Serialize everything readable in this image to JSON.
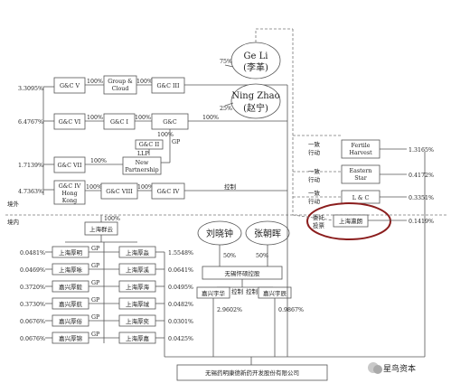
{
  "entities": {
    "gc_v": "G&C V",
    "group_cloud_1": "Group &",
    "group_cloud_2": "Cloud",
    "gc_iii": "G&C III",
    "ge_li": "Ge Li",
    "ge_li_cn": "(李革)",
    "ning_zhao": "Ning Zhao",
    "ning_zhao_cn": "(赵宁)",
    "gc_vi": "G&C VI",
    "gc_i": "G&C I",
    "gc": "G&C",
    "gc_ii": "G&C II",
    "llp": "LLP",
    "new_partnership_1": "New",
    "new_partnership_2": "Partnership",
    "gc_vii": "G&C VII",
    "gc_iv_hk_1": "G&C IV",
    "gc_iv_hk_2": "Hong",
    "gc_iv_hk_3": "Kong",
    "gc_viii": "G&C VIII",
    "gc_iv": "G&C IV",
    "fertile_1": "Fertile",
    "fertile_2": "Harvest",
    "eastern_1": "Eastern",
    "eastern_2": "Star",
    "lc": "L & C",
    "shanghai_yinglang": "上海瀛朗",
    "liu_xiaozhong": "刘晓钟",
    "zhang_chaohui": "张朝晖",
    "wuxi_holding": "无锡怀硕控股",
    "shanghai_qunyun": "上海群云",
    "shanghai_houming": "上海厚明",
    "shanghai_houchang": "上海厚咏",
    "jiaxing_housu": "嘉兴厚毅",
    "jiaxing_houlu": "嘉兴厚航",
    "jiaxing_houshi": "嘉兴厚俗",
    "jiaxing_houyu": "嘉兴厚锦",
    "shanghai_houluo": "上海厚淼",
    "shanghai_houxi": "上海厚溪",
    "shanghai_houhai": "上海厚海",
    "shanghai_houzhao": "上海厚珹",
    "shanghai_houyan": "上海厚奕",
    "shanghai_houjia": "上海厚嘉",
    "jiaxing_yuhua": "嘉兴宇华",
    "jiaxing_yuchen": "嘉兴宇辰",
    "target_company": "无锡药明康德新药开发股份有限公司"
  },
  "relations": {
    "gp": "GP",
    "control": "控制",
    "concert_1": "一致",
    "concert_2": "行动",
    "entrust_1": "委托",
    "entrust_2": "投票",
    "overseas": "境外",
    "domestic": "境内"
  },
  "percentages": {
    "left_v": "3.3095%",
    "left_vi": "6.4767%",
    "left_vii": "1.7139%",
    "left_iv_hk": "4.7363%",
    "hundred": "100%",
    "ge_li_share": "75%",
    "ning_zhao_share": "25%",
    "fertile": "1.3165%",
    "eastern": "0.4172%",
    "lc": "0.3351%",
    "yinglang": "0.1419%",
    "liu_share": "50%",
    "zhang_share": "50%",
    "d_row1": "0.0481%",
    "d_row2": "0.0469%",
    "d_row3": "0.3720%",
    "d_row4": "0.3730%",
    "d_row5": "0.0676%",
    "d_row6": "0.0676%",
    "r_row1": "1.5548%",
    "r_row2": "0.0641%",
    "r_row3": "0.0495%",
    "r_row4": "0.0482%",
    "r_row5": "0.0301%",
    "r_row6": "0.0425%",
    "yuhua": "2.9602%",
    "yuchen": "0.9867%"
  },
  "watermark": "星鸟资本"
}
